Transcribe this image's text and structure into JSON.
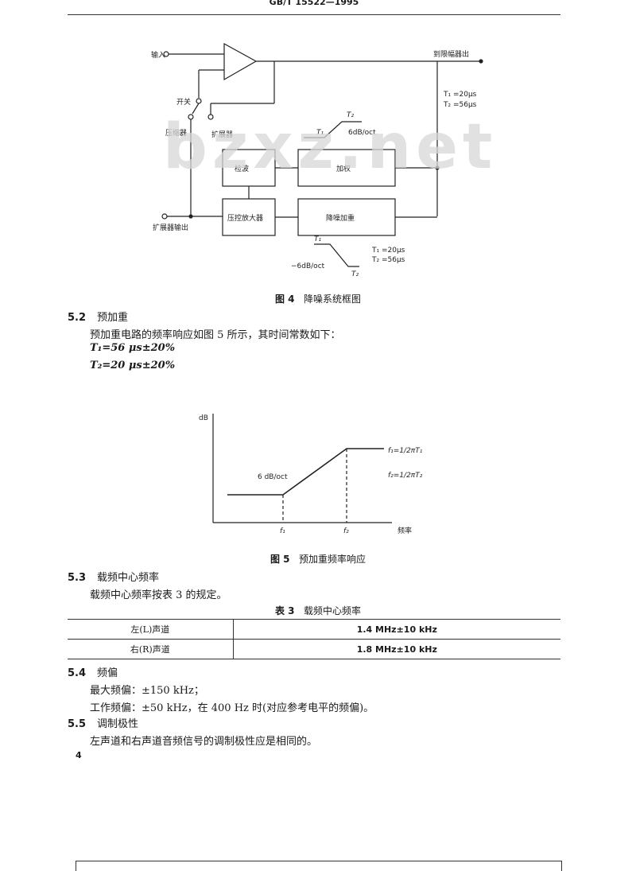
{
  "header": {
    "standard_code": "GB/T 15522—1995"
  },
  "watermark": {
    "text": "bzxz.net"
  },
  "figure4": {
    "labels": {
      "input": "输入",
      "switch": "开关",
      "compressor": "压缩器",
      "expander": "扩展器",
      "limiter_output": "到限幅器出",
      "time_constants_top": [
        "T₁ =20μs",
        "T₂ =56μs"
      ],
      "slope_top": "6dB/oct",
      "t1": "T₁",
      "t2": "T₂",
      "rectifier": "检波",
      "weighting": "加权",
      "variable_gain_amp": "压控放大器",
      "deemphasis_weighting": "降噪加重",
      "expander_output": "扩展器输出",
      "time_constants_bottom": [
        "T₁ =20μs",
        "T₂ =56μs"
      ],
      "slope_bottom": "−6dB/oct"
    },
    "caption": {
      "number": "图 4",
      "title": "降噪系统框图"
    }
  },
  "sec52": {
    "number": "5.2",
    "title": "预加重",
    "text": "预加重电路的频率响应如图 5 所示，其时间常数如下：",
    "formulas": [
      "T₁=56 μs±20%",
      "T₂=20 μs±20%"
    ]
  },
  "figure5": {
    "ylabel": "dB",
    "xlabel": "频率",
    "slope": "6 dB/oct",
    "f1_tick": "f₁",
    "f2_tick": "f₂",
    "legend": [
      "f₁=1/2πT₁",
      "f₂=1/2πT₂"
    ],
    "caption": {
      "number": "图 5",
      "title": "预加重频率响应"
    }
  },
  "sec53": {
    "number": "5.3",
    "title": "载频中心频率",
    "text": "载频中心频率按表 3 的规定。"
  },
  "table3": {
    "caption_number": "表 3",
    "caption_title": "载频中心频率",
    "rows": [
      {
        "channel": "左(L)声道",
        "value": "1.4 MHz±10 kHz"
      },
      {
        "channel": "右(R)声道",
        "value": "1.8 MHz±10 kHz"
      }
    ]
  },
  "sec54": {
    "number": "5.4",
    "title": "频偏",
    "line1": "最大频偏：±150 kHz；",
    "line2": "工作频偏：±50 kHz，在 400 Hz 时(对应参考电平的频偏)。"
  },
  "sec55": {
    "number": "5.5",
    "title": "调制极性",
    "text": "左声道和右声道音频信号的调制极性应是相同的。"
  },
  "page_number": "4"
}
